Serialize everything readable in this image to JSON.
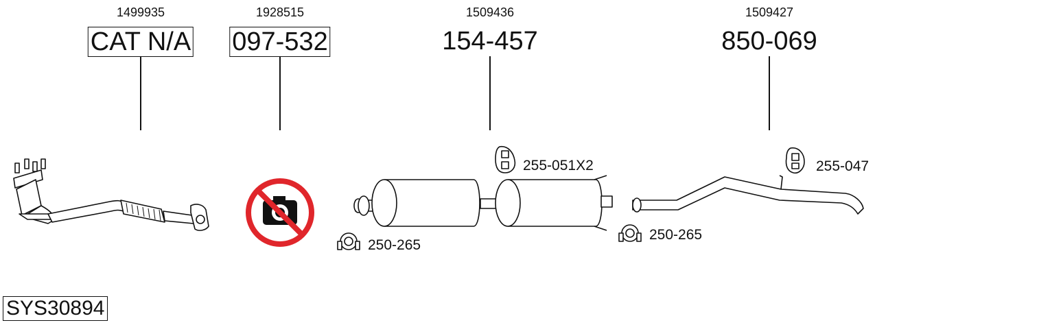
{
  "parts": [
    {
      "ref": "1499935",
      "number": "CAT N/A"
    },
    {
      "ref": "1928515",
      "number": "097-532"
    },
    {
      "ref": "1509436",
      "number": "154-457"
    },
    {
      "ref": "1509427",
      "number": "850-069"
    }
  ],
  "accessories": {
    "hanger_front": "255-051X2",
    "hanger_rear": "255-047",
    "clamp_left": "250-265",
    "clamp_right": "250-265"
  },
  "system_code": "SYS30894",
  "icons": [
    "flange-icon",
    "no-photo-icon",
    "hanger-icon",
    "clamp-icon",
    "camera-icon"
  ],
  "colors": {
    "no_photo_circle": "#e0262b",
    "line": "#111111"
  }
}
